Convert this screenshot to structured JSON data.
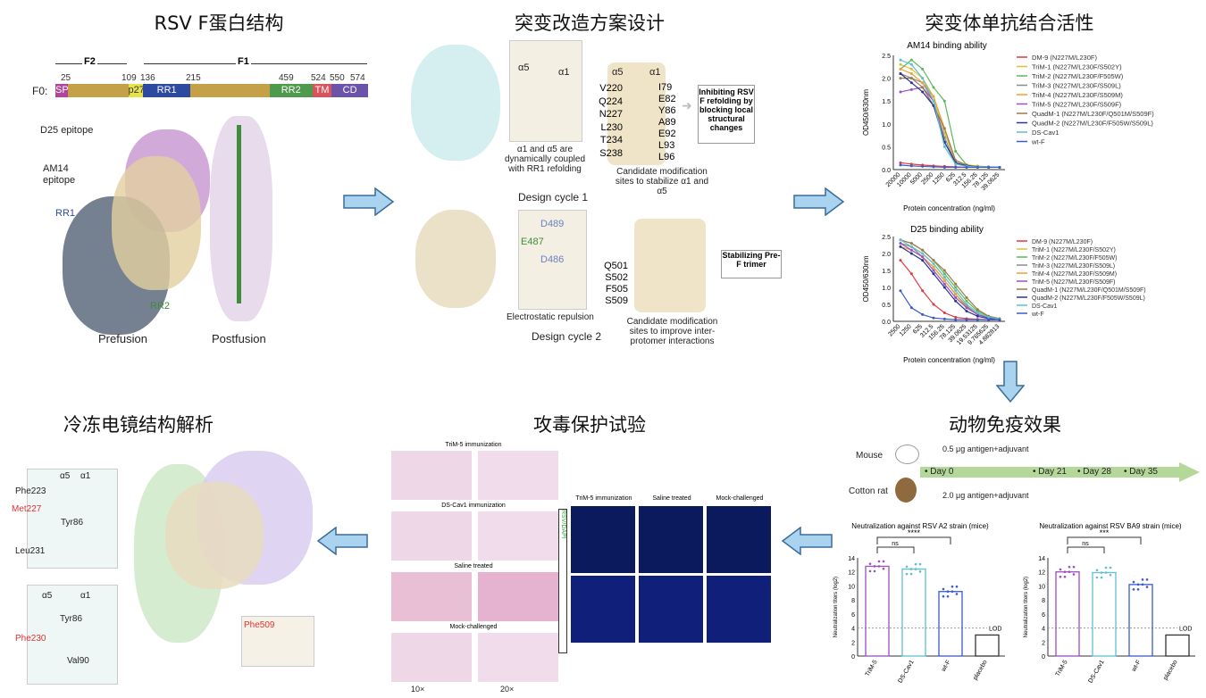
{
  "titles": {
    "structure": "RSV F蛋白结构",
    "design": "突变改造方案设计",
    "binding": "突变体单抗结合活性",
    "cryoem": "冷冻电镜结构解析",
    "challenge": "攻毒保护试验",
    "immune": "动物免疫效果"
  },
  "domain_map": {
    "f2": "F2",
    "f1": "F1",
    "f0": "F0:",
    "numbers": [
      "25",
      "109",
      "136",
      "215",
      "459",
      "524",
      "550",
      "574"
    ],
    "segments": [
      {
        "label": "SP",
        "color": "#b0459b"
      },
      {
        "label": "",
        "color": "#c4a046"
      },
      {
        "label": "p27",
        "color": "#e6e24a"
      },
      {
        "label": "RR1",
        "color": "#2c4aa0"
      },
      {
        "label": "",
        "color": "#c4a046"
      },
      {
        "label": "RR2",
        "color": "#4e9a4c"
      },
      {
        "label": "TM",
        "color": "#d9545a"
      },
      {
        "label": "CD",
        "color": "#6a53a8"
      }
    ]
  },
  "structure_labels": {
    "d25": "D25 epitope",
    "am14": "AM14\nepitope",
    "rr1": "RR1",
    "rr2": "RR2",
    "prefusion": "Prefusion",
    "postfusion": "Postfusion"
  },
  "design": {
    "a5": "α5",
    "a1": "α1",
    "a5b": "α5",
    "a1b": "α1",
    "residues_left": [
      "V220",
      "Q224",
      "N227",
      "L230",
      "T234",
      "S238"
    ],
    "residues_right": [
      "I79",
      "E82",
      "Y86",
      "A89",
      "E92",
      "L93",
      "L96"
    ],
    "cap1": "α1 and α5 are dynamically coupled with RR1 refolding",
    "cap2": "Candidate modification sites to stabilize α1 and α5",
    "box1": "Inhibiting RSV F refolding by blocking local structural changes",
    "cycle1": "Design cycle 1",
    "d489": "D489",
    "e487": "E487",
    "d486": "D486",
    "sites2": [
      "Q501",
      "S502",
      "F505",
      "S509"
    ],
    "cap3": "Electrostatic repulsion",
    "cap4": "Candidate modification sites to improve inter-protomer interactions",
    "box2": "Stabilizing Pre-F trimer",
    "cycle2": "Design cycle 2"
  },
  "legend": [
    {
      "name": "DM-9 (N227M/L230F)",
      "color": "#e0393e"
    },
    {
      "name": "TriM-1 (N227M/L230F/S502Y)",
      "color": "#d6c23a"
    },
    {
      "name": "TriM-2 (N227M/L230F/F505W)",
      "color": "#5cb85c"
    },
    {
      "name": "TriM-3 (N227M/L230F/S509L)",
      "color": "#8a8a8a"
    },
    {
      "name": "TriM-4 (N227M/L230F/S509M)",
      "color": "#f0a030"
    },
    {
      "name": "TriM-5 (N227M/L230F/S509F)",
      "color": "#9b4fc0"
    },
    {
      "name": "QuadM-1 (N227M/L230F/Q501M/S509F)",
      "color": "#9c7a4a"
    },
    {
      "name": "QuadM-2 (N227M/L230F/F505W/S509L)",
      "color": "#2a3590"
    },
    {
      "name": "DS-Cav1",
      "color": "#5cc0d0"
    },
    {
      "name": "wt-F",
      "color": "#3a5ad0"
    }
  ],
  "chart_data": [
    {
      "type": "line",
      "title": "AM14 binding ability",
      "xlabel": "Protein concentration (ng/ml)",
      "ylabel": "OD450/630nm",
      "ylim": [
        0,
        2.5
      ],
      "yticks": [
        "0.0",
        "0.5",
        "1.0",
        "1.5",
        "2.0",
        "2.5"
      ],
      "categories": [
        "20000",
        "10000",
        "5000",
        "2500",
        "1250",
        "625",
        "312.5",
        "156.25",
        "78.125",
        "39.0625"
      ],
      "series": [
        {
          "name": "DM-9",
          "values": [
            0.15,
            0.12,
            0.1,
            0.08,
            0.07,
            0.06,
            0.05,
            0.05,
            0.05,
            0.05
          ]
        },
        {
          "name": "TriM-1",
          "values": [
            2.3,
            2.2,
            2.0,
            1.6,
            0.8,
            0.2,
            0.1,
            0.08,
            0.06,
            0.05
          ]
        },
        {
          "name": "TriM-2",
          "values": [
            2.2,
            2.4,
            2.2,
            1.8,
            1.5,
            0.4,
            0.1,
            0.07,
            0.06,
            0.05
          ]
        },
        {
          "name": "TriM-3",
          "values": [
            2.1,
            2.0,
            1.9,
            1.5,
            0.7,
            0.15,
            0.08,
            0.06,
            0.05,
            0.05
          ]
        },
        {
          "name": "TriM-4",
          "values": [
            2.2,
            2.1,
            1.9,
            1.6,
            0.9,
            0.2,
            0.1,
            0.07,
            0.05,
            0.05
          ]
        },
        {
          "name": "TriM-5",
          "values": [
            1.7,
            1.75,
            1.8,
            1.5,
            0.6,
            0.15,
            0.08,
            0.06,
            0.05,
            0.05
          ]
        },
        {
          "name": "QuadM-1",
          "values": [
            2.0,
            2.0,
            1.8,
            1.4,
            0.9,
            0.2,
            0.1,
            0.06,
            0.05,
            0.05
          ]
        },
        {
          "name": "QuadM-2",
          "values": [
            2.1,
            1.9,
            1.7,
            1.4,
            0.6,
            0.15,
            0.08,
            0.06,
            0.05,
            0.05
          ]
        },
        {
          "name": "DS-Cav1",
          "values": [
            2.4,
            2.3,
            2.0,
            1.5,
            0.5,
            0.12,
            0.07,
            0.06,
            0.05,
            0.05
          ]
        },
        {
          "name": "wt-F",
          "values": [
            0.1,
            0.08,
            0.07,
            0.06,
            0.05,
            0.05,
            0.05,
            0.05,
            0.05,
            0.05
          ]
        }
      ]
    },
    {
      "type": "line",
      "title": "D25 binding ability",
      "xlabel": "Protein concentration (ng/ml)",
      "ylabel": "OD450/630nm",
      "ylim": [
        0,
        2.5
      ],
      "yticks": [
        "0.0",
        "0.5",
        "1.0",
        "1.5",
        "2.0",
        "2.5"
      ],
      "categories": [
        "2500",
        "1250",
        "625",
        "312.5",
        "156.25",
        "78.125",
        "39.0625",
        "19.53125",
        "9.765625",
        "4.882813"
      ],
      "series": [
        {
          "name": "DM-9",
          "values": [
            1.8,
            1.4,
            0.9,
            0.5,
            0.25,
            0.12,
            0.08,
            0.06,
            0.05,
            0.05
          ]
        },
        {
          "name": "TriM-1",
          "values": [
            2.3,
            2.2,
            2.0,
            1.7,
            1.3,
            0.9,
            0.5,
            0.25,
            0.12,
            0.08
          ]
        },
        {
          "name": "TriM-2",
          "values": [
            2.4,
            2.3,
            2.1,
            1.8,
            1.4,
            1.0,
            0.6,
            0.3,
            0.15,
            0.08
          ]
        },
        {
          "name": "TriM-3",
          "values": [
            2.3,
            2.2,
            1.9,
            1.6,
            1.2,
            0.8,
            0.45,
            0.2,
            0.1,
            0.07
          ]
        },
        {
          "name": "TriM-4",
          "values": [
            2.2,
            2.1,
            1.9,
            1.6,
            1.2,
            0.8,
            0.4,
            0.2,
            0.1,
            0.06
          ]
        },
        {
          "name": "TriM-5",
          "values": [
            2.3,
            2.1,
            1.9,
            1.5,
            1.1,
            0.7,
            0.4,
            0.2,
            0.1,
            0.06
          ]
        },
        {
          "name": "QuadM-1",
          "values": [
            2.4,
            2.3,
            2.1,
            1.8,
            1.5,
            1.1,
            0.7,
            0.35,
            0.15,
            0.08
          ]
        },
        {
          "name": "QuadM-2",
          "values": [
            2.2,
            2.0,
            1.8,
            1.4,
            1.0,
            0.6,
            0.3,
            0.15,
            0.08,
            0.05
          ]
        },
        {
          "name": "DS-Cav1",
          "values": [
            2.4,
            2.2,
            2.0,
            1.7,
            1.3,
            0.9,
            0.5,
            0.25,
            0.12,
            0.07
          ]
        },
        {
          "name": "wt-F",
          "values": [
            0.9,
            0.4,
            0.2,
            0.1,
            0.07,
            0.05,
            0.05,
            0.05,
            0.05,
            0.05
          ]
        }
      ]
    },
    {
      "type": "bar",
      "title": "Neutralization against RSV A2 strain (mice)",
      "ylabel": "Neutralization titers (log2)",
      "ylim": [
        0,
        14
      ],
      "yticks": [
        "0",
        "2",
        "4",
        "6",
        "8",
        "10",
        "12",
        "14"
      ],
      "categories": [
        "TriM-5",
        "DS-Cav1",
        "wt-F",
        "placebo"
      ],
      "values": [
        12.8,
        12.4,
        9.2,
        3.0
      ],
      "colors": [
        "#9b4fc0",
        "#5cc0d0",
        "#3a5ad0",
        "#333333"
      ],
      "lod": 4,
      "lod_label": "LOD",
      "sig": [
        "ns",
        "****"
      ]
    },
    {
      "type": "bar",
      "title": "Neutralization against RSV BA9 strain (mice)",
      "ylabel": "Neutralization titers (log2)",
      "ylim": [
        0,
        14
      ],
      "yticks": [
        "0",
        "2",
        "4",
        "6",
        "8",
        "10",
        "12",
        "14"
      ],
      "categories": [
        "TriM-5",
        "DS-Cav1",
        "wt-F",
        "placebo"
      ],
      "values": [
        12.0,
        11.9,
        10.2,
        3.0
      ],
      "colors": [
        "#9b4fc0",
        "#5cc0d0",
        "#3a5ad0",
        "#333333"
      ],
      "lod": 4,
      "lod_label": "LOD",
      "sig": [
        "ns",
        "***"
      ]
    }
  ],
  "timeline": {
    "mouse": "Mouse",
    "cotton_rat": "Cotton rat",
    "dose_mouse": "0.5 μg antigen+adjuvant",
    "dose_rat": "2.0 μg antigen+adjuvant",
    "days": [
      "Day 0",
      "Day 21",
      "Day 28",
      "Day 35"
    ]
  },
  "histology": {
    "rows": [
      "TriM-5 immunization",
      "DS-Cav1 immunization",
      "Saline treated",
      "Mock-challenged"
    ],
    "mag": [
      "10×",
      "20×"
    ],
    "if_cols": [
      "TriM-5 immunization",
      "Saline treated",
      "Mock-challenged"
    ],
    "side": "RSV/DAPI"
  },
  "cryo": {
    "phe223": "Phe223",
    "met227": "Met227",
    "tyr86": "Tyr86",
    "leu231": "Leu231",
    "a5": "α5",
    "a1": "α1",
    "phe230": "Phe230",
    "tyr86b": "Tyr86",
    "val90": "Val90",
    "a5b": "α5",
    "a1b": "α1",
    "phe509": "Phe509"
  }
}
